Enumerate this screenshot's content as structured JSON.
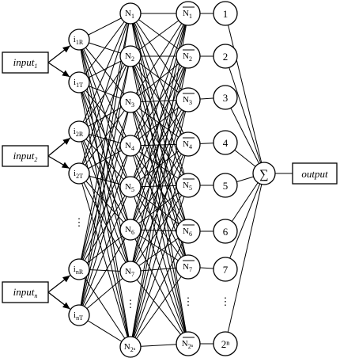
{
  "inputs": [
    {
      "text": "input",
      "sub": "1"
    },
    {
      "text": "input",
      "sub": "2"
    },
    {
      "text": "input",
      "sub": "n"
    }
  ],
  "input_nodes": [
    {
      "text": "i",
      "sub": "1R"
    },
    {
      "text": "i",
      "sub": "1T"
    },
    {
      "text": "i",
      "sub": "2R"
    },
    {
      "text": "i",
      "sub": "2T"
    },
    {
      "text": "i",
      "sub": "nR"
    },
    {
      "text": "i",
      "sub": "nT"
    }
  ],
  "neuron_nodes": [
    {
      "text": "N",
      "sub": "1"
    },
    {
      "text": "N",
      "sub": "2"
    },
    {
      "text": "N",
      "sub": "3"
    },
    {
      "text": "N",
      "sub": "4"
    },
    {
      "text": "N",
      "sub": "5"
    },
    {
      "text": "N",
      "sub": "6"
    },
    {
      "text": "N",
      "sub": "7"
    },
    {
      "text": "N",
      "sub": "2ⁿ"
    }
  ],
  "neg_nodes": [
    {
      "text": "N",
      "sub": "1"
    },
    {
      "text": "N",
      "sub": "2"
    },
    {
      "text": "N",
      "sub": "3"
    },
    {
      "text": "N",
      "sub": "4"
    },
    {
      "text": "N",
      "sub": "5"
    },
    {
      "text": "N",
      "sub": "6"
    },
    {
      "text": "N",
      "sub": "7"
    },
    {
      "text": "N",
      "sub": "2ⁿ"
    }
  ],
  "number_nodes": [
    "1",
    "2",
    "3",
    "4",
    "5",
    "6",
    "7",
    "2ⁿ"
  ],
  "sum_node": "∑",
  "output_label": "output",
  "ellipsis": "⋮"
}
